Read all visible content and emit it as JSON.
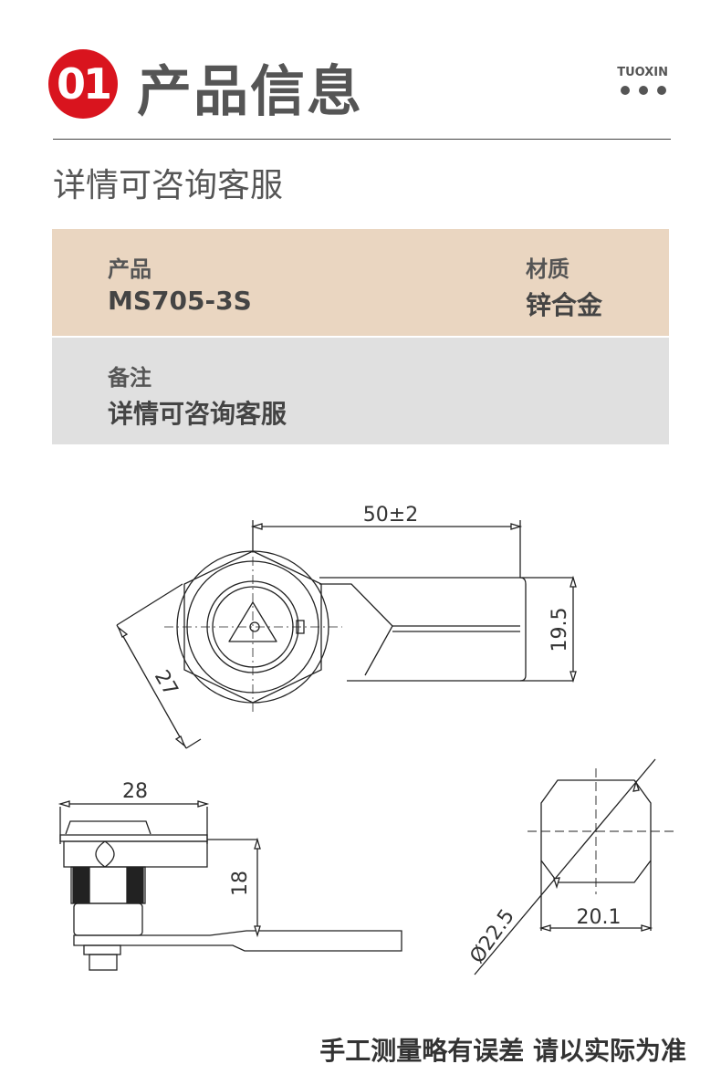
{
  "header": {
    "number": "01",
    "title": "产品信息",
    "brand": "TUOXIN",
    "accent_color": "#d9141e"
  },
  "subtitle": "详情可咨询客服",
  "info": {
    "product_label": "产品",
    "product_value": "MS705-3S",
    "material_label": "材质",
    "material_value": "锌合金",
    "note_label": "备注",
    "note_value": "详情可咨询客服"
  },
  "drawing": {
    "dim_length": "50±2",
    "dim_width": "19.5",
    "dim_diag": "27",
    "dim_head": "28",
    "dim_height": "18",
    "dim_diameter": "Ø22.5",
    "dim_flat": "20.1"
  },
  "footer": "手工测量略有误差 请以实际为准"
}
